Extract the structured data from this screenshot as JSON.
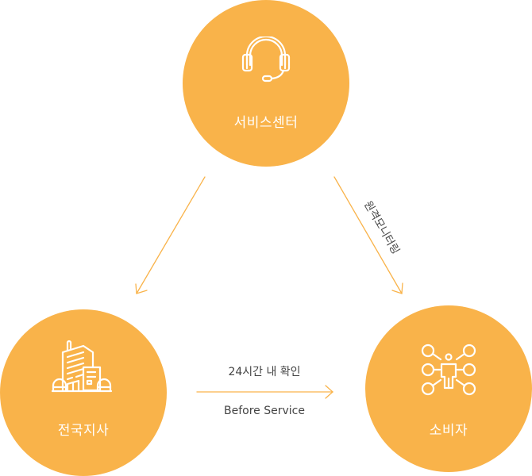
{
  "colors": {
    "node_fill": "#f9b34a",
    "arrow": "#f9b34a",
    "label_text": "#444444",
    "node_text": "#ffffff"
  },
  "nodes": {
    "service_center": {
      "label": "서비스센터",
      "icon": "headset-icon"
    },
    "branches": {
      "label": "전국지사",
      "icon": "building-icon"
    },
    "consumer": {
      "label": "소비자",
      "icon": "network-person-icon"
    }
  },
  "edges": {
    "service_to_branches": {
      "label": ""
    },
    "service_to_consumer": {
      "label": "원격모니터링"
    },
    "branches_to_consumer": {
      "label_top": "24시간 내 확인",
      "label_bottom": "Before Service"
    }
  }
}
